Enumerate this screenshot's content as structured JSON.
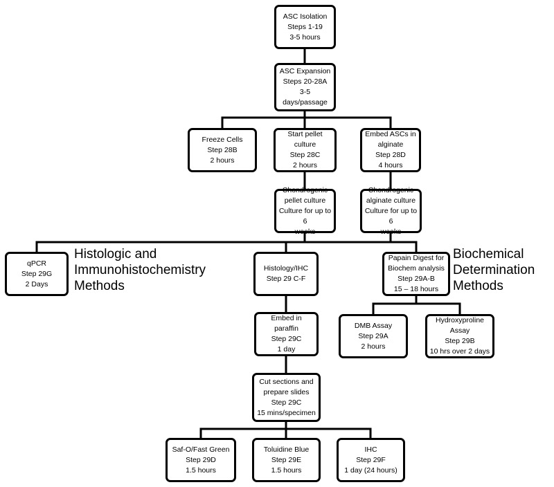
{
  "nodes": {
    "asc_isolation": [
      "ASC Isolation",
      "Steps 1-19",
      "3-5 hours"
    ],
    "asc_expansion": [
      "ASC Expansion",
      "Steps 20-28A",
      "3-5 days/passage"
    ],
    "freeze_cells": [
      "Freeze Cells",
      "Step 28B",
      "2 hours"
    ],
    "start_pellet": [
      "Start pellet culture",
      "Step 28C",
      "2 hours"
    ],
    "embed_alginate": [
      "Embed ASCs in",
      "alginate",
      "Step 28D",
      "4 hours"
    ],
    "pellet_culture": [
      "Chondrogenic",
      "pellet culture",
      "Culture for up to  6",
      "weeks"
    ],
    "alginate_culture": [
      "Chondrogenic",
      "alginate culture",
      "Culture for up to  6",
      "weeks"
    ],
    "qpcr": [
      "qPCR",
      "Step 29G",
      "2 Days"
    ],
    "histology_ihc": [
      "Histology/IHC",
      "Step 29 C-F"
    ],
    "papain_digest": [
      "Papain Digest for",
      "Biochem analysis",
      "Step 29A-B",
      "15 – 18 hours"
    ],
    "embed_paraffin": [
      "Embed in paraffin",
      "Step 29C",
      "1 day"
    ],
    "dmb_assay": [
      "DMB Assay",
      "Step 29A",
      "2 hours"
    ],
    "hydroxyproline": [
      "Hydroxyproline",
      "Assay",
      "Step 29B",
      "10 hrs over 2 days"
    ],
    "cut_sections": [
      "Cut sections and",
      "prepare slides",
      "Step 29C",
      "15 mins/specimen"
    ],
    "safo": [
      "Saf-O/Fast Green",
      "Step 29D",
      "1.5 hours"
    ],
    "toluidine": [
      "Toluidine Blue",
      "Step 29E",
      "1.5 hours"
    ],
    "ihc": [
      "IHC",
      "Step 29F",
      "1 day (24 hours)"
    ]
  },
  "labels": {
    "histologic": [
      "Histologic and",
      "Immunohistochemistry",
      "Methods"
    ],
    "biochemical": [
      "Biochemical",
      "Determination",
      "Methods"
    ]
  }
}
